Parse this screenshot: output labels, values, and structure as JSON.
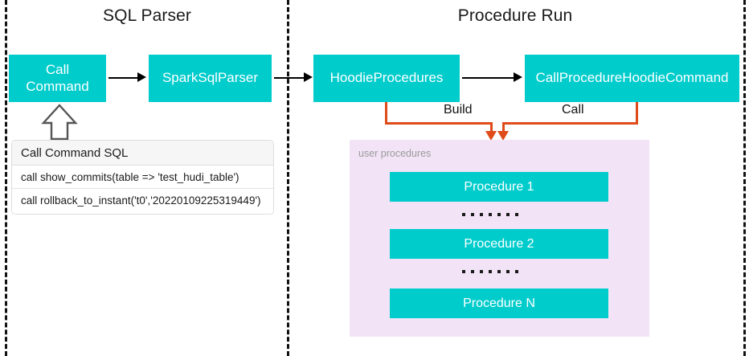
{
  "diagram": {
    "sections": [
      {
        "title": "SQL Parser"
      },
      {
        "title": "Procedure Run"
      }
    ],
    "nodes": {
      "call_command": "Call\nCommand",
      "call_command_line1": "Call",
      "call_command_line2": "Command",
      "spark_sql_parser": "SparkSqlParser",
      "hoodie_procedures": "HoodieProcedures",
      "call_procedure_hoodie_command": "CallProcedureHoodieCommand"
    },
    "edge_labels": {
      "build": "Build",
      "call": "Call"
    },
    "sql_table": {
      "header": "Call Command SQL",
      "rows": [
        "call show_commits(table => 'test_hudi_table')",
        "call rollback_to_instant('t0','20220109225319449')"
      ]
    },
    "procedures_panel": {
      "label": "user procedures",
      "items": [
        "Procedure 1",
        "Procedure 2",
        "Procedure N"
      ],
      "separator_dots": 7
    },
    "colors": {
      "node_fill": "#00CCCC",
      "node_text": "#FFFFFF",
      "panel_fill": "#F2E4F6",
      "connector_orange": "#DF4B19",
      "flow_arrow": "#000000",
      "divider": "#111111",
      "table_header_fill": "#F6F6F6"
    }
  }
}
